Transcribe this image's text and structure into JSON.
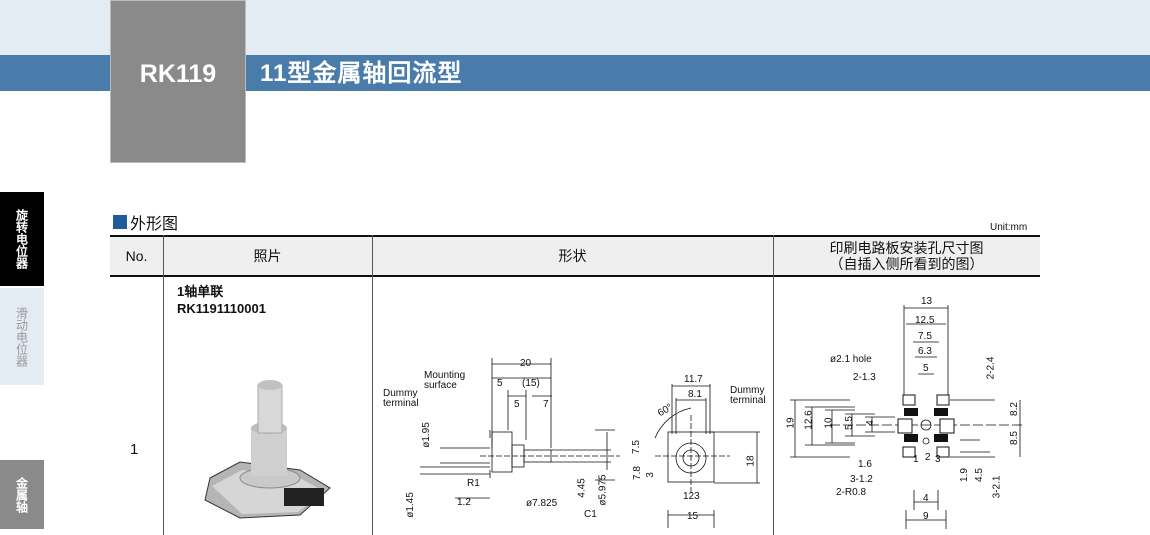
{
  "header": {
    "model": "RK119",
    "series": "11型金属轴回流型"
  },
  "side_tabs": [
    {
      "label": "旋转电位器",
      "active": true
    },
    {
      "label": "滑动电位器"
    },
    {
      "label": "金属轴"
    }
  ],
  "section": {
    "title": "外形图",
    "unit": "Unit:mm"
  },
  "table": {
    "headers": {
      "no": "No.",
      "photo": "照片",
      "shape": "形状",
      "pcb_line1": "印刷电路板安装孔尺寸图",
      "pcb_line2": "（自插入侧所看到的图）"
    },
    "rows": [
      {
        "no": "1",
        "type": "1轴单联",
        "part_number": "RK1191110001"
      }
    ]
  },
  "side_view": {
    "d20": "20",
    "d5a": "5",
    "d15": "(15)",
    "d5b": "5",
    "d7": "7",
    "mounting": "Mounting",
    "surface": "surface",
    "dummy": "Dummy",
    "terminal": "terminal",
    "phi195": "ø1.95",
    "r1": "R1",
    "phi145": "ø1.45",
    "d12": "1.2",
    "phi7825": "ø7.825",
    "d445": "4.45",
    "phi5975": "ø5.975",
    "c1": "C1"
  },
  "front_view": {
    "d117": "11.7",
    "d81": "8.1",
    "dummy": "Dummy",
    "terminal": "terminal",
    "angle": "60°",
    "d75": "7.5",
    "d78": "7.8",
    "d3": "3",
    "d18": "18",
    "pins": "123",
    "d15": "15"
  },
  "pcb_view": {
    "d13": "13",
    "d125": "12.5",
    "d75": "7.5",
    "d63": "6.3",
    "d5": "5",
    "hole": "ø2.1 hole",
    "d213": "2-1.3",
    "d224": "2-2.4",
    "d19": "19",
    "d126": "12.6",
    "d10": "10",
    "d55": "5.5",
    "d4v": "4",
    "d82": "8.2",
    "d85": "8.5",
    "d16": "1.6",
    "d312": "3-1.2",
    "r08": "2-R0.8",
    "d19b": "1.9",
    "d45": "4.5",
    "d321": "3-2.1",
    "d4": "4",
    "d9": "9",
    "p1": "1",
    "p2": "2",
    "p3": "3"
  }
}
